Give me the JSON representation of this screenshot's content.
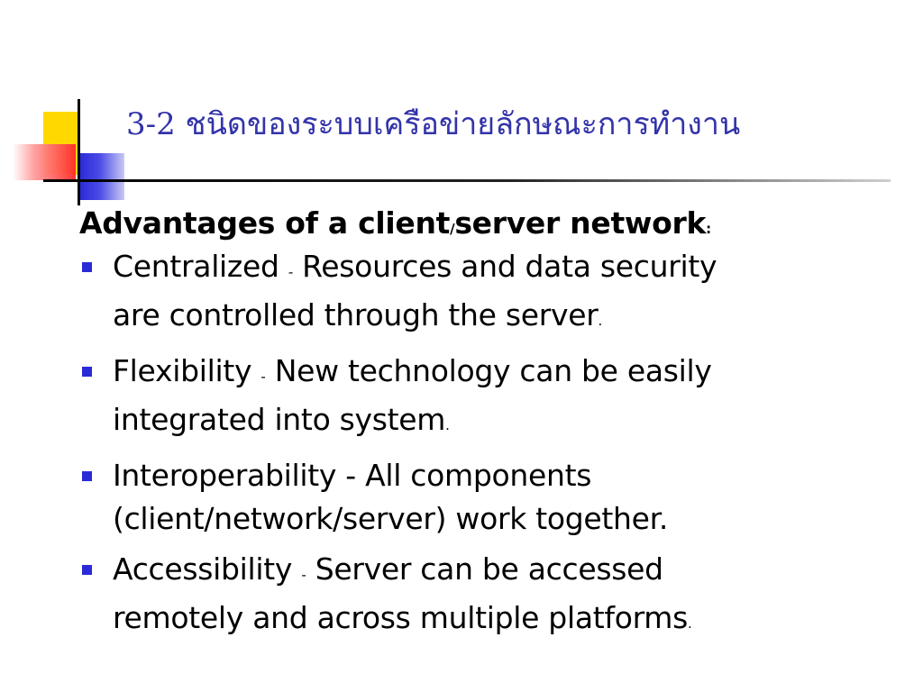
{
  "slide": {
    "title": "3-2 ชนิดของระบบเครือข่ายลักษณะการทำงาน",
    "heading": {
      "part1": "Advantages of a client",
      "slash": "/",
      "part2": "server network",
      "colon": ":"
    },
    "bullets": [
      {
        "term": "Centralized",
        "dash": "-",
        "line1_rest": "Resources and data security",
        "line2": "are controlled through the server",
        "end": "."
      },
      {
        "term": "Flexibility",
        "dash": "-",
        "line1_rest": "New technology can be easily",
        "line2": "integrated into system",
        "end": "."
      },
      {
        "term": "Interoperability - All components",
        "dash": "",
        "line1_rest": "",
        "line2": "(client/network/server) work together.",
        "end": ""
      },
      {
        "term": "Accessibility",
        "dash": "-",
        "line1_rest": "Server can be accessed",
        "line2": "remotely and across multiple platforms",
        "end": "."
      }
    ]
  },
  "colors": {
    "title": "#3333aa",
    "bullet": "#2a2ad8",
    "deco_yellow": "#ffd800",
    "deco_red": "#ff2a2a",
    "deco_blue": "#2a2ad8"
  }
}
